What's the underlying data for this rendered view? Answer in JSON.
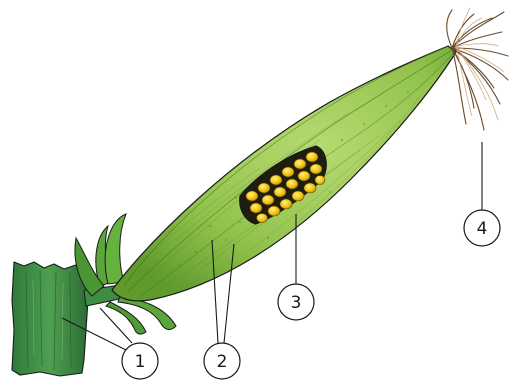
{
  "callouts": [
    {
      "id": "1",
      "label": "1"
    },
    {
      "id": "2",
      "label": "2"
    },
    {
      "id": "3",
      "label": "3"
    },
    {
      "id": "4",
      "label": "4"
    }
  ],
  "colors": {
    "husk": "#8fc04a",
    "husk_light": "#a9d166",
    "husk_dark": "#4e8a25",
    "stalk": "#3f8c43",
    "stalk_dark": "#1f5e2c",
    "kernel": "#f2c318",
    "kernel_dark": "#8a6a00",
    "silk": "#6b4a2c",
    "silk_light": "#c9a57a",
    "outline": "#1a1a1a"
  }
}
